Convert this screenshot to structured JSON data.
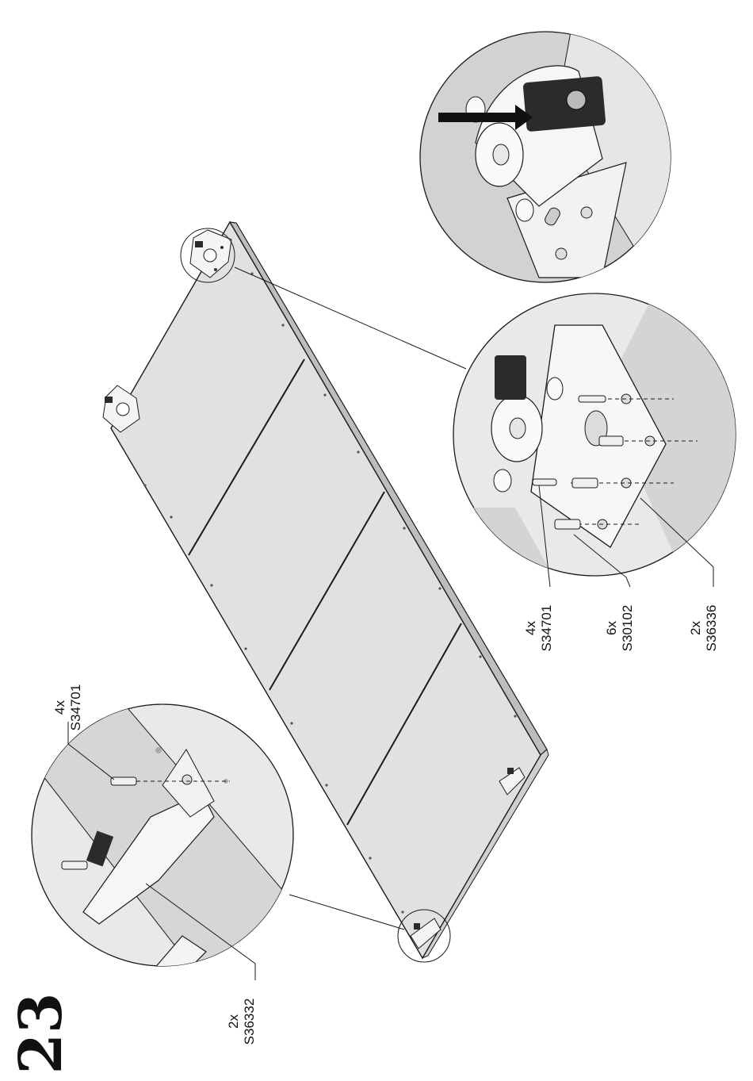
{
  "step_number": "23",
  "callouts": [
    {
      "qty": "4x",
      "part": "S34701"
    },
    {
      "qty": "2x",
      "part": "S36332"
    },
    {
      "qty": "4x",
      "part": "S34701"
    },
    {
      "qty": "6x",
      "part": "S30102"
    },
    {
      "qty": "2x",
      "part": "S36336"
    }
  ],
  "colors": {
    "panel": "#e1e1e1",
    "line": "#1a1a1a",
    "detail_bg": "#d2d2d2",
    "bracket": "#f2f2f2",
    "clip": "#2a2a2a"
  }
}
